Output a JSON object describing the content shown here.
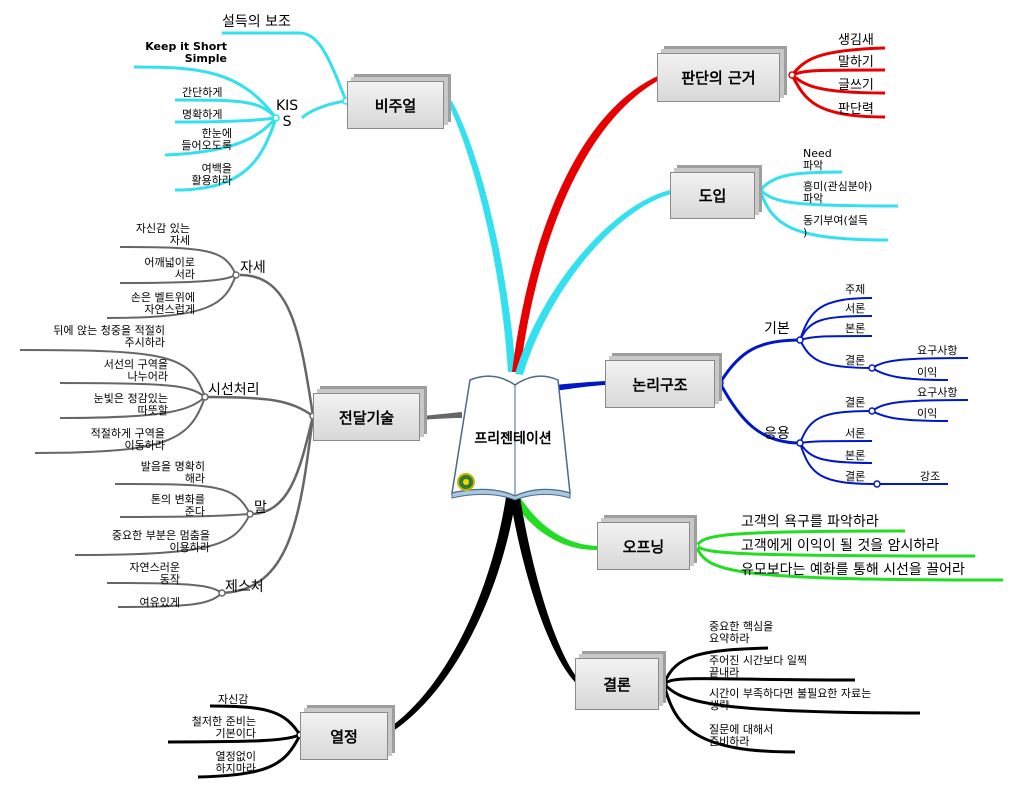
{
  "center": {
    "title": "프리젠테이션"
  },
  "branches": {
    "visual": {
      "title": "비주얼",
      "color": "#33e0f0",
      "items": {
        "persuasion_aid": "설득의 보조",
        "kiss": "KIS\nS",
        "kiss_full": "Keep it Short\nSimple",
        "simple": "간단하게",
        "clear": "명확하게",
        "glance": "한눈에\n들어오도록",
        "whitespace": "여백을\n활용하라"
      }
    },
    "judgment": {
      "title": "판단의 근거",
      "color": "#e60000",
      "items": [
        "생김새",
        "말하기",
        "글쓰기",
        "판단력"
      ]
    },
    "intro": {
      "title": "도입",
      "color": "#33e0f0",
      "items": [
        "Need\n파악",
        "흥미(관심분야)\n파악",
        "동기부여(설득\n)"
      ]
    },
    "logic": {
      "title": "논리구조",
      "color": "#0018c8",
      "basic": {
        "label": "기본",
        "theme": "주제",
        "intro": "서론",
        "body": "본론",
        "conclusion": "결론",
        "requirement": "요구사항",
        "benefit": "이익"
      },
      "applied": {
        "label": "응용",
        "conclusion": "결론",
        "requirement": "요구사항",
        "benefit": "이익",
        "intro": "서론",
        "body": "본론",
        "conclusion2": "결론",
        "emphasis": "강조"
      }
    },
    "opening": {
      "title": "오프닝",
      "color": "#22dd22",
      "items": [
        "고객의 욕구를 파악하라",
        "고객에게 이익이 될 것을 암시하라",
        "유모보다는 예화를 통해 시선을 끌어라"
      ]
    },
    "delivery": {
      "title": "전달기술",
      "color": "#666666",
      "posture": {
        "label": "자세",
        "items": [
          "자신감 있는\n자세",
          "어깨넓이로\n서라",
          "손은 벨트위에\n자연스럽게"
        ]
      },
      "gaze": {
        "label": "시선처리",
        "items": [
          "뒤에 앉는 청중을 적절히\n주시하라",
          "서선의 구역을\n나누어라",
          "눈빛은 정감있는\n따뜻할",
          "적절하게 구역을\n이동하라"
        ]
      },
      "speech": {
        "label": "말",
        "items": [
          "발음을 명확히\n해라",
          "톤의 변화를\n준다",
          "중요한 부분은 멈춤을\n이용하라"
        ]
      },
      "gesture": {
        "label": "제스처",
        "items": [
          "자연스러운\n동작",
          "여유있게"
        ]
      }
    },
    "conclusion": {
      "title": "결론",
      "color": "#000000",
      "items": [
        "중요한 핵심을\n요약하라",
        "주어진 시간보다 일찍\n끝내라",
        "시간이 부족하다면 불필요한 자료는\n생략",
        "질문에 대해서\n준비하라"
      ]
    },
    "passion": {
      "title": "열정",
      "color": "#000000",
      "items": [
        "자신감",
        "철저한 준비는\n기본이다",
        "열정없이\n하지마라"
      ]
    }
  }
}
